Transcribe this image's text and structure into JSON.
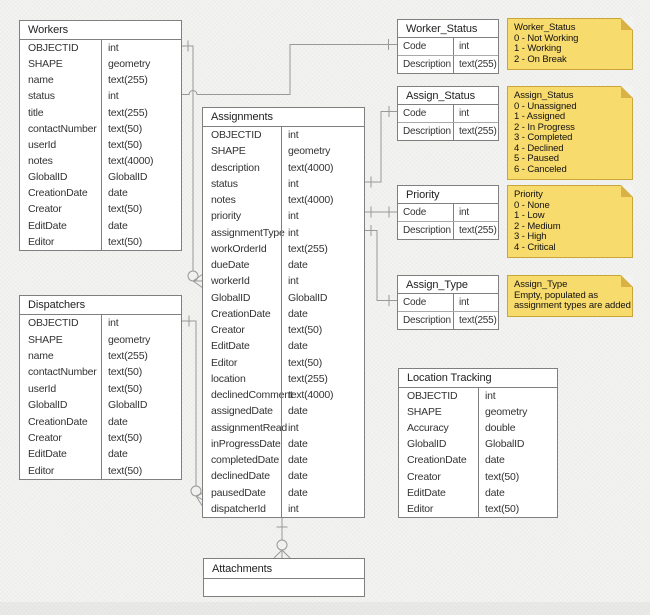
{
  "diagram": {
    "colors": {
      "background": "#f3f3f2",
      "table_fill": "#ffffff",
      "table_border": "#7f7f7f",
      "connector": "#999999",
      "note_fill": "#f8db6d",
      "note_border": "#c9a53a",
      "note_fold": "#d9b145"
    },
    "tables": [
      {
        "id": "workers",
        "title": "Workers",
        "fields": [
          {
            "name": "OBJECTID",
            "type": "int"
          },
          {
            "name": "SHAPE",
            "type": "geometry"
          },
          {
            "name": "name",
            "type": "text(255)"
          },
          {
            "name": "status",
            "type": "int"
          },
          {
            "name": "title",
            "type": "text(255)"
          },
          {
            "name": "contactNumber",
            "type": "text(50)"
          },
          {
            "name": "userId",
            "type": "text(50)"
          },
          {
            "name": "notes",
            "type": "text(4000)"
          },
          {
            "name": "GlobalID",
            "type": "GlobalID"
          },
          {
            "name": "CreationDate",
            "type": "date"
          },
          {
            "name": "Creator",
            "type": "text(50)"
          },
          {
            "name": "EditDate",
            "type": "date"
          },
          {
            "name": "Editor",
            "type": "text(50)"
          }
        ]
      },
      {
        "id": "dispatchers",
        "title": "Dispatchers",
        "fields": [
          {
            "name": "OBJECTID",
            "type": "int"
          },
          {
            "name": "SHAPE",
            "type": "geometry"
          },
          {
            "name": "name",
            "type": "text(255)"
          },
          {
            "name": "contactNumber",
            "type": "text(50)"
          },
          {
            "name": "userId",
            "type": "text(50)"
          },
          {
            "name": "GlobalID",
            "type": "GlobalID"
          },
          {
            "name": "CreationDate",
            "type": "date"
          },
          {
            "name": "Creator",
            "type": "text(50)"
          },
          {
            "name": "EditDate",
            "type": "date"
          },
          {
            "name": "Editor",
            "type": "text(50)"
          }
        ]
      },
      {
        "id": "assignments",
        "title": "Assignments",
        "fields": [
          {
            "name": "OBJECTID",
            "type": "int"
          },
          {
            "name": "SHAPE",
            "type": "geometry"
          },
          {
            "name": "description",
            "type": "text(4000)"
          },
          {
            "name": "status",
            "type": "int"
          },
          {
            "name": "notes",
            "type": "text(4000)"
          },
          {
            "name": "priority",
            "type": "int"
          },
          {
            "name": "assignmentType",
            "type": "int"
          },
          {
            "name": "workOrderId",
            "type": "text(255)"
          },
          {
            "name": "dueDate",
            "type": "date"
          },
          {
            "name": "workerId",
            "type": "int"
          },
          {
            "name": "GlobalID",
            "type": "GlobalID"
          },
          {
            "name": "CreationDate",
            "type": "date"
          },
          {
            "name": "Creator",
            "type": "text(50)"
          },
          {
            "name": "EditDate",
            "type": "date"
          },
          {
            "name": "Editor",
            "type": "text(50)"
          },
          {
            "name": "location",
            "type": "text(255)"
          },
          {
            "name": "declinedComment",
            "type": "text(4000)"
          },
          {
            "name": "assignedDate",
            "type": "date"
          },
          {
            "name": "assignmentRead",
            "type": "int"
          },
          {
            "name": "inProgressDate",
            "type": "date"
          },
          {
            "name": "completedDate",
            "type": "date"
          },
          {
            "name": "declinedDate",
            "type": "date"
          },
          {
            "name": "pausedDate",
            "type": "date"
          },
          {
            "name": "dispatcherId",
            "type": "int"
          }
        ]
      },
      {
        "id": "worker-status",
        "title": "Worker_Status",
        "fields": [
          {
            "name": "Code",
            "type": "int"
          },
          {
            "name": "Description",
            "type": "text(255)"
          }
        ]
      },
      {
        "id": "assign-status",
        "title": "Assign_Status",
        "fields": [
          {
            "name": "Code",
            "type": "int"
          },
          {
            "name": "Description",
            "type": "text(255)"
          }
        ]
      },
      {
        "id": "priority",
        "title": "Priority",
        "fields": [
          {
            "name": "Code",
            "type": "int"
          },
          {
            "name": "Description",
            "type": "text(255)"
          }
        ]
      },
      {
        "id": "assign-type",
        "title": "Assign_Type",
        "fields": [
          {
            "name": "Code",
            "type": "int"
          },
          {
            "name": "Description",
            "type": "text(255)"
          }
        ]
      },
      {
        "id": "location-tracking",
        "title": "Location Tracking",
        "fields": [
          {
            "name": "OBJECTID",
            "type": "int"
          },
          {
            "name": "SHAPE",
            "type": "geometry"
          },
          {
            "name": "Accuracy",
            "type": "double"
          },
          {
            "name": "GlobalID",
            "type": "GlobalID"
          },
          {
            "name": "CreationDate",
            "type": "date"
          },
          {
            "name": "Creator",
            "type": "text(50)"
          },
          {
            "name": "EditDate",
            "type": "date"
          },
          {
            "name": "Editor",
            "type": "text(50)"
          }
        ]
      },
      {
        "id": "attachments",
        "title": "Attachments",
        "fields": []
      }
    ],
    "notes": [
      {
        "id": "worker-status",
        "lines": [
          "Worker_Status",
          "0 - Not Working",
          "1 - Working",
          "2 - On Break"
        ]
      },
      {
        "id": "assign-status",
        "lines": [
          "Assign_Status",
          "0 - Unassigned",
          "1 - Assigned",
          "2 - In Progress",
          "3 - Completed",
          "4 - Declined",
          "5 - Paused",
          "6 - Canceled"
        ]
      },
      {
        "id": "priority",
        "lines": [
          "Priority",
          "0 - None",
          "1 - Low",
          "2 - Medium",
          "3 - High",
          "4 - Critical"
        ]
      },
      {
        "id": "assign-type",
        "lines": [
          "Assign_Type",
          "Empty, populated as",
          "assignment types are added"
        ]
      }
    ]
  }
}
